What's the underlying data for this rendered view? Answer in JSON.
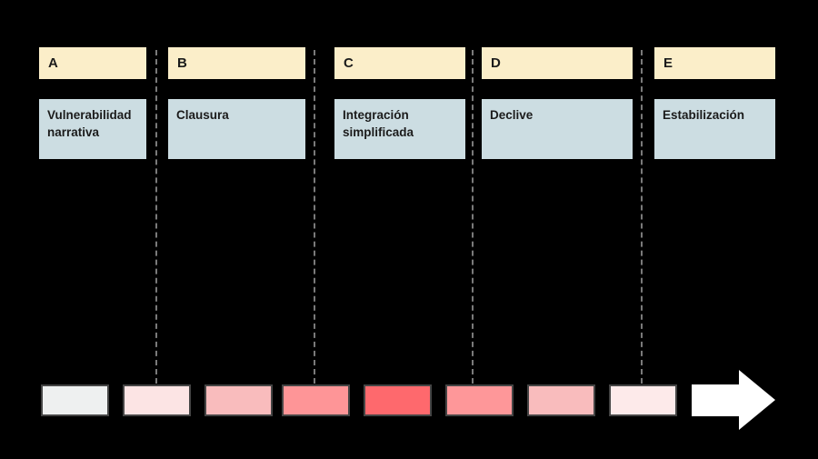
{
  "columns": [
    {
      "label": "A",
      "description": "Vulnerabilidad narrativa"
    },
    {
      "label": "B",
      "description": "Clausura"
    },
    {
      "label": "C",
      "description": "Integración simplificada"
    },
    {
      "label": "D",
      "description": "Declive"
    },
    {
      "label": "E",
      "description": "Estabilización"
    }
  ],
  "colors": {
    "background": "#000000",
    "header_bg": "#fbeec9",
    "body_bg": "#ccdde2",
    "text": "#1b1b1b",
    "divider": "#7a7a7a",
    "swatch_border": "#454545",
    "arrow_fill": "#ffffff"
  },
  "timeline": {
    "swatches": [
      "#eef0f0",
      "#fce4e4",
      "#f9bcbd",
      "#fe9597",
      "#fe696d",
      "#fe9799",
      "#f9bcbd",
      "#fdeaea"
    ],
    "arrow_icon": "right-arrow"
  }
}
